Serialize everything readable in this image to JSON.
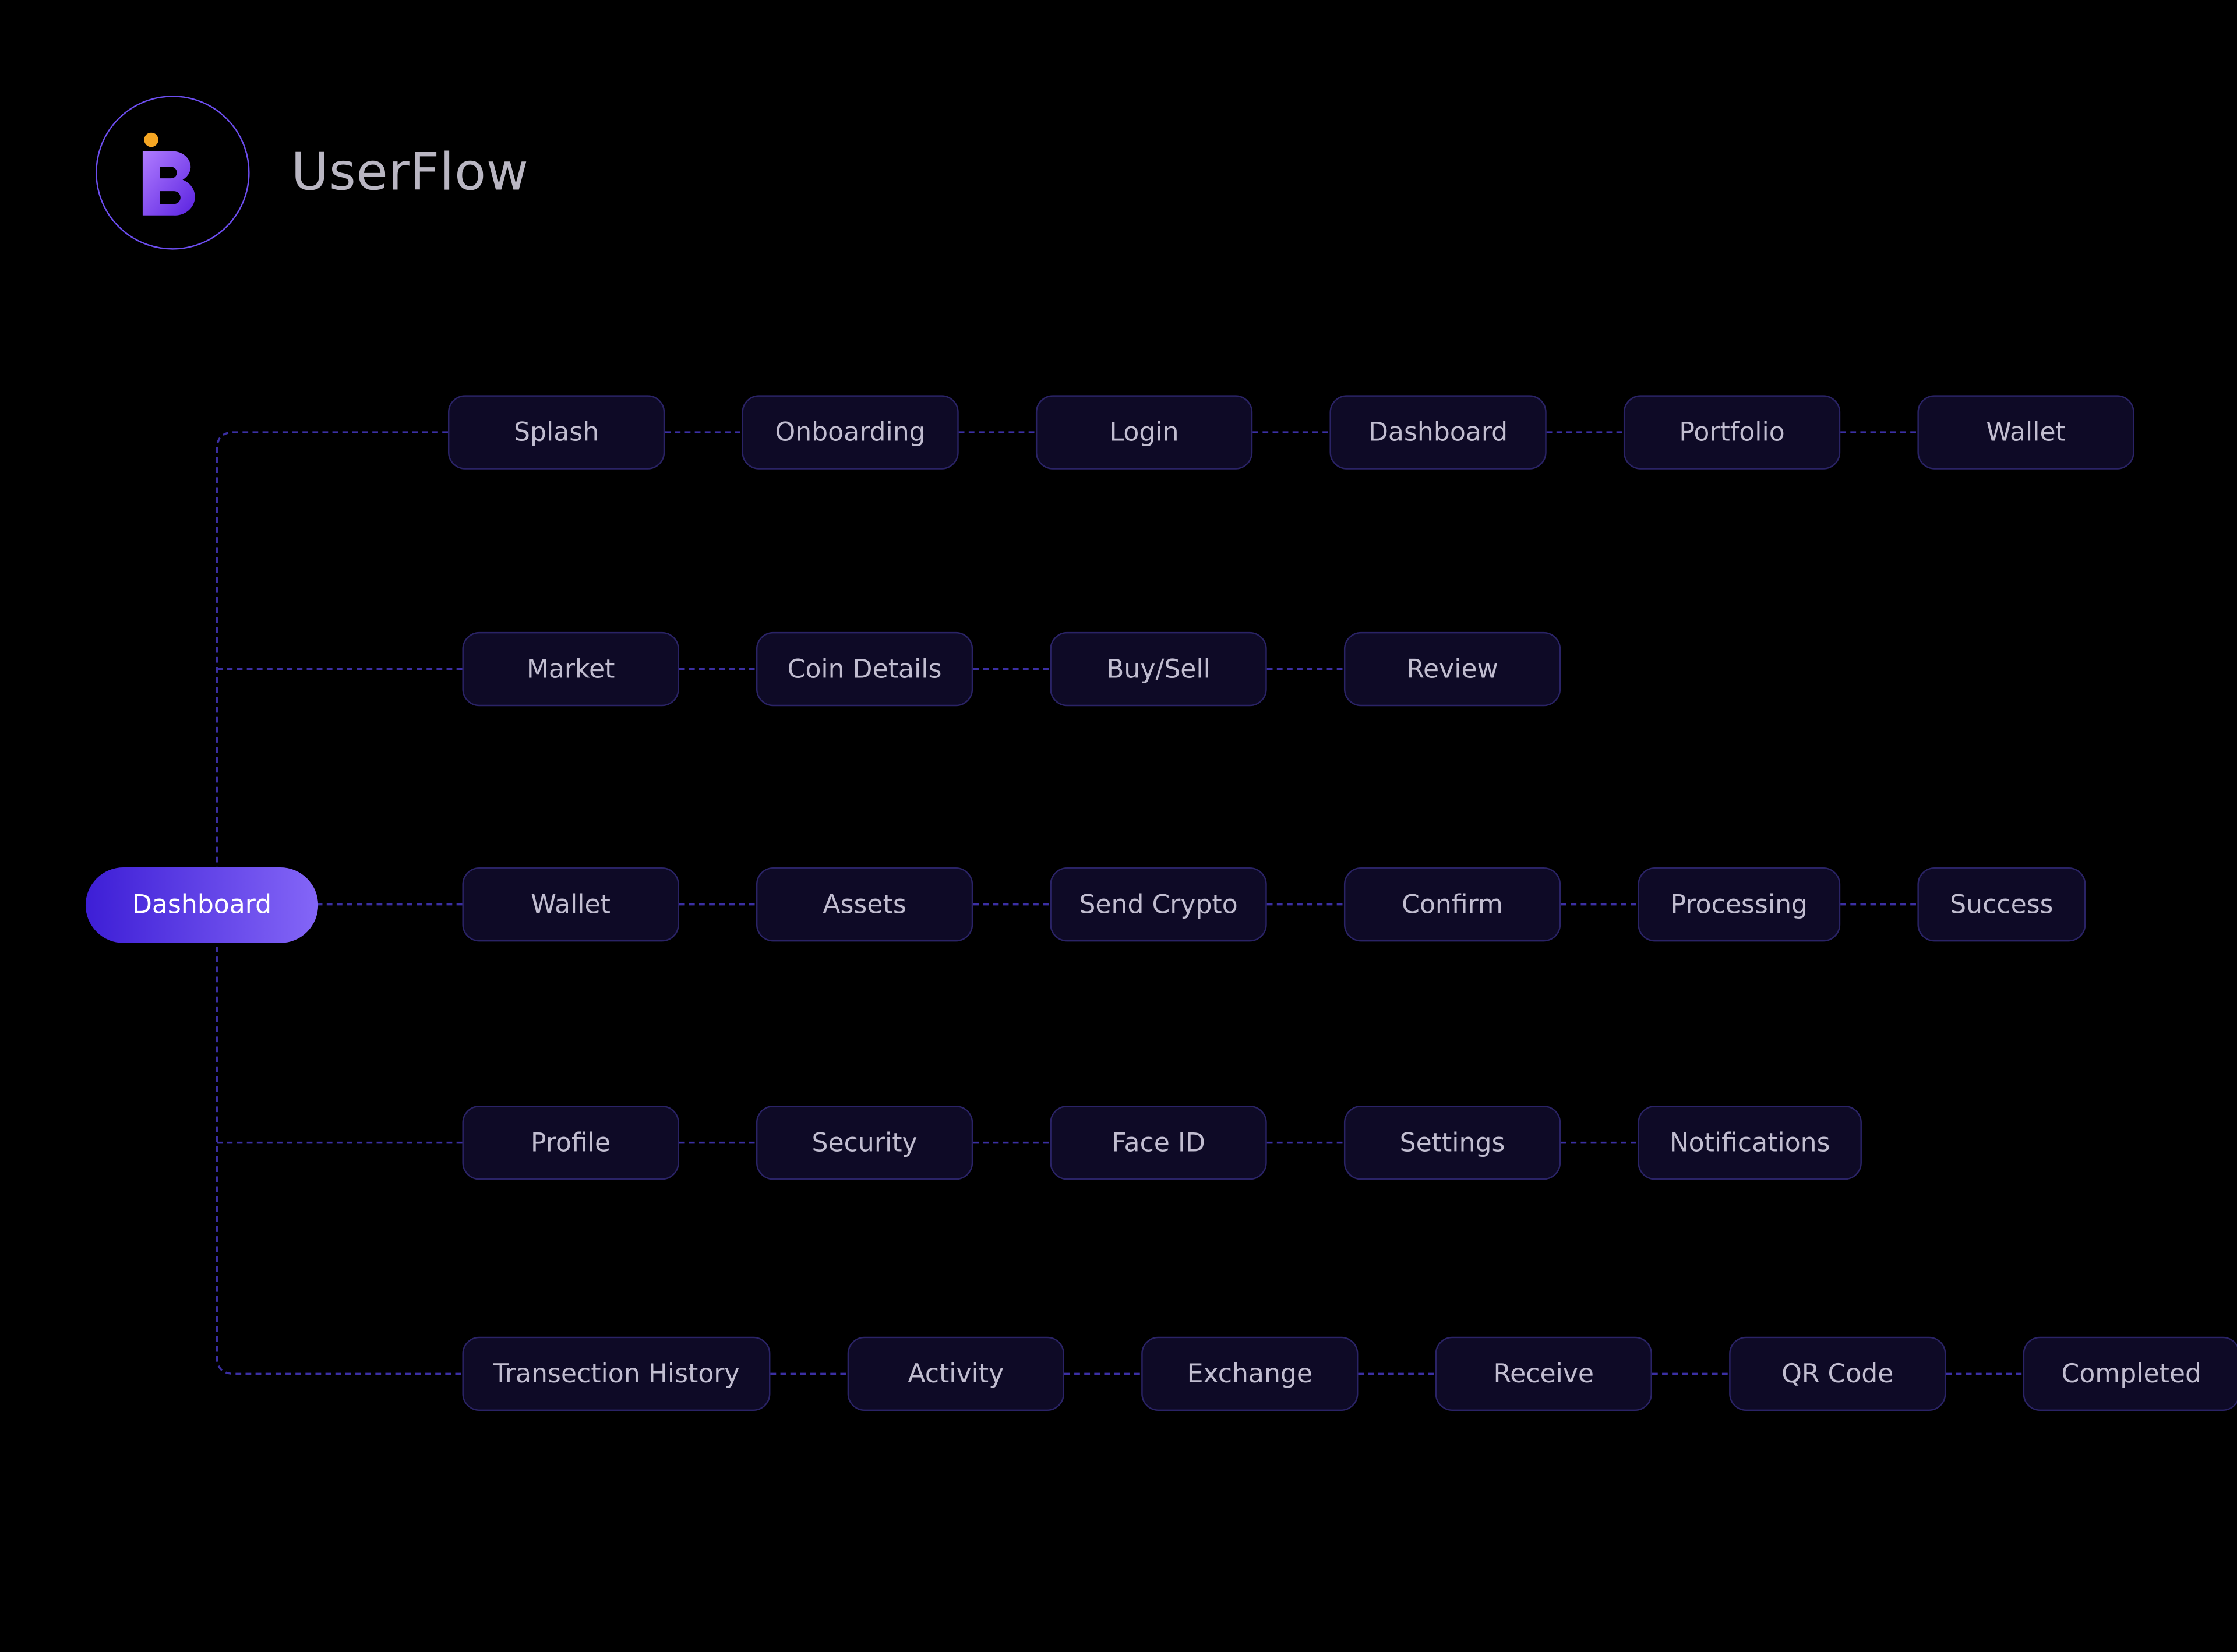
{
  "header": {
    "title": "UserFlow",
    "logo_icon": "userflow-logo-icon"
  },
  "colors": {
    "background": "#000000",
    "node_fill": "#0e0a26",
    "node_border": "#2a2366",
    "connector": "#3b2fa3",
    "root_gradient_start": "#3d1ed6",
    "root_gradient_end": "#8466f7",
    "logo_accent": "#f5a623"
  },
  "root": {
    "label": "Dashboard"
  },
  "rows": [
    {
      "nodes": [
        "Splash",
        "Onboarding",
        "Login",
        "Dashboard",
        "Portfolio",
        "Wallet"
      ]
    },
    {
      "nodes": [
        "Market",
        "Coin Details",
        "Buy/Sell",
        "Review"
      ]
    },
    {
      "nodes": [
        "Wallet",
        "Assets",
        "Send Crypto",
        "Confirm",
        "Processing",
        "Success"
      ]
    },
    {
      "nodes": [
        "Profile",
        "Security",
        "Face ID",
        "Settings",
        "Notifications"
      ]
    },
    {
      "nodes": [
        "Transection History",
        "Activity",
        "Exchange",
        "Receive",
        "QR Code",
        "Completed"
      ]
    }
  ]
}
